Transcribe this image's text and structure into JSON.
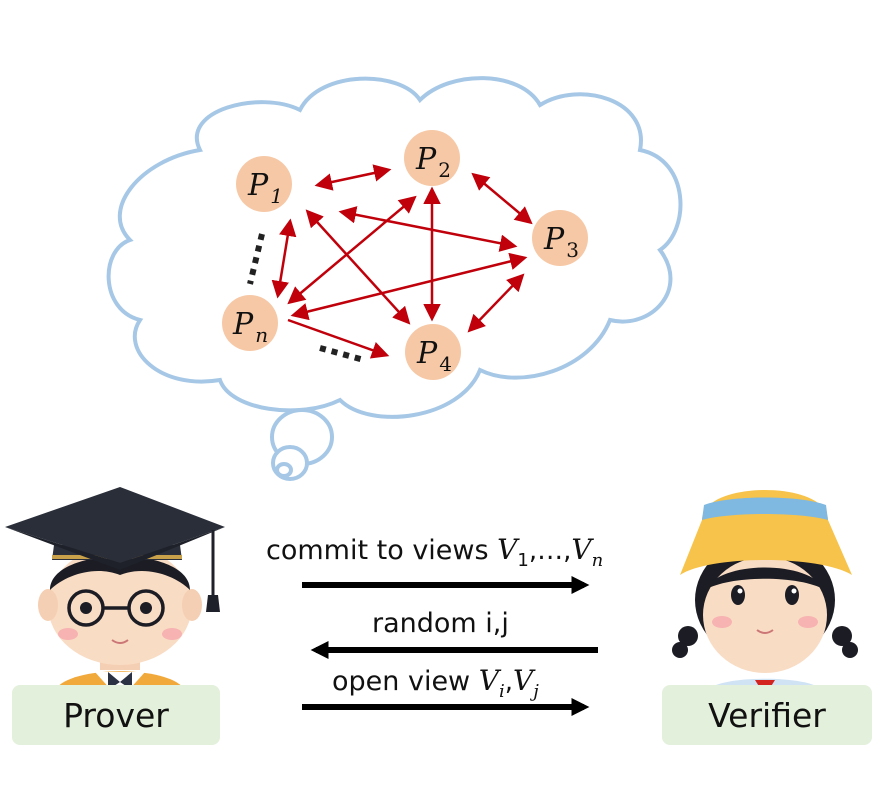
{
  "nodes": {
    "p1": {
      "letter": "P",
      "sub": "1"
    },
    "p2": {
      "letter": "P",
      "sub": "2"
    },
    "p3": {
      "letter": "P",
      "sub": "3"
    },
    "p4": {
      "letter": "P",
      "sub": "4"
    },
    "pn": {
      "letter": "P",
      "sub": "n"
    }
  },
  "messages": {
    "commit": {
      "text": "commit to views ",
      "v1": "V",
      "v1_sub": "1",
      "sep": ",…,",
      "vn": "V",
      "vn_sub": "n"
    },
    "random": {
      "text": "random i,j"
    },
    "open": {
      "text": "open view ",
      "vi": "V",
      "vi_sub": "i",
      "comma": ",",
      "vj": "V",
      "vj_sub": "j"
    }
  },
  "roles": {
    "prover": "Prover",
    "verifier": "Verifier"
  },
  "colors": {
    "cloud_stroke": "#a6c8e6",
    "node_fill": "#f6c8a6",
    "edge": "#c0000a",
    "message_arrow": "#000000",
    "label_bg": "#e3f0db"
  }
}
